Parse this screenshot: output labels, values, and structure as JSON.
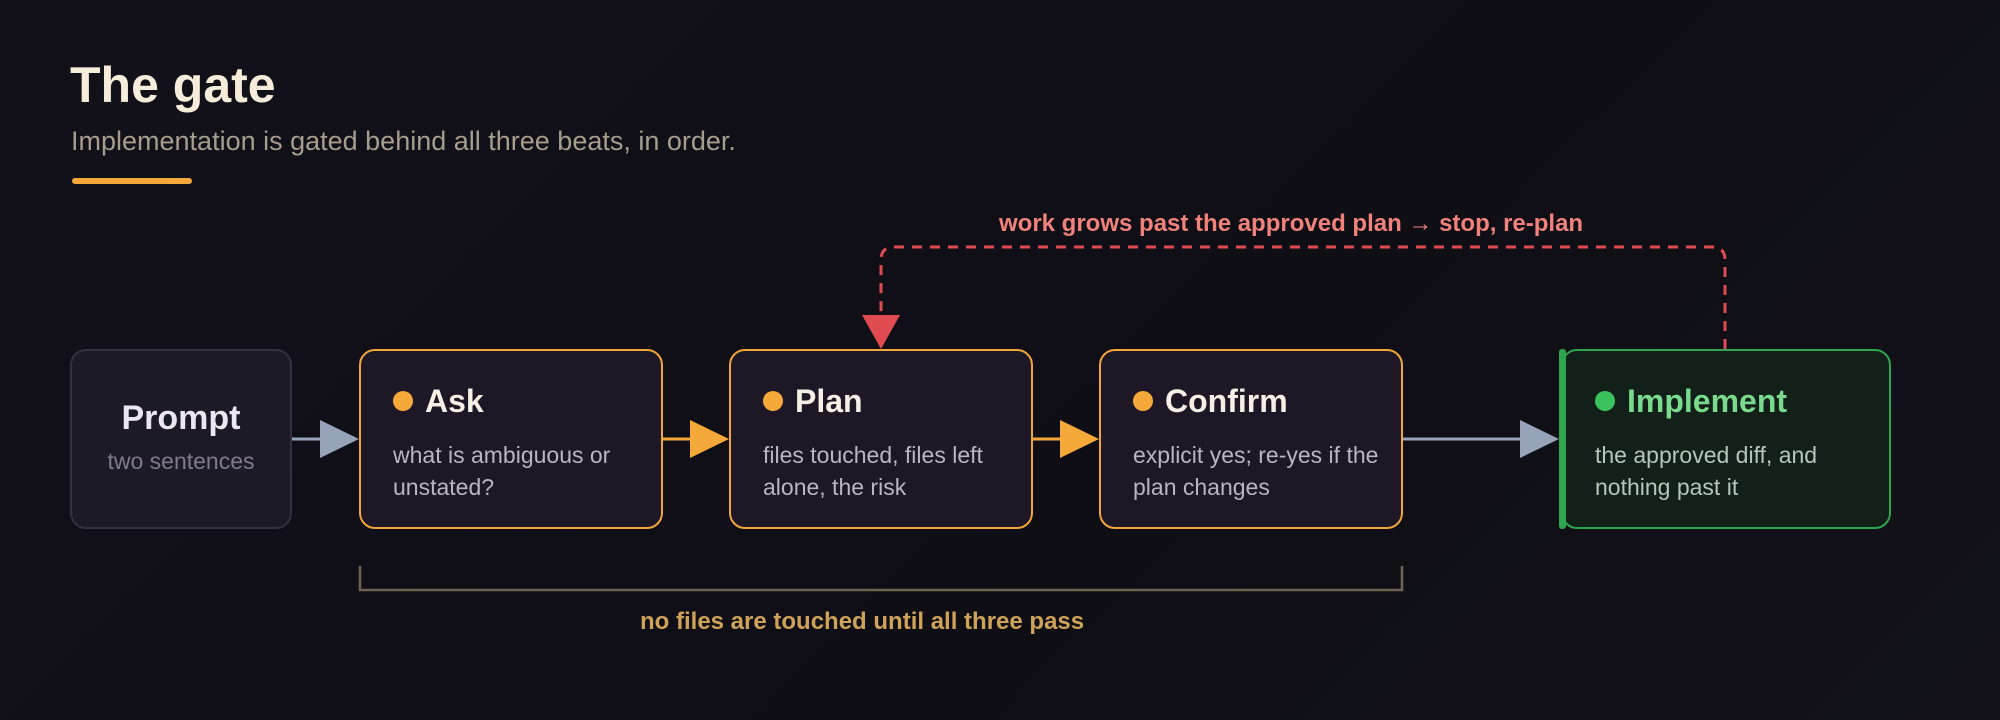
{
  "header": {
    "title": "The gate",
    "subtitle": "Implementation is gated behind all three beats, in order."
  },
  "nodes": {
    "prompt": {
      "name": "Prompt",
      "desc": "two sentences"
    },
    "ask": {
      "name": "Ask",
      "desc": "what is ambiguous or unstated?"
    },
    "plan": {
      "name": "Plan",
      "desc": "files touched, files left alone, the risk"
    },
    "confirm": {
      "name": "Confirm",
      "desc": "explicit yes; re-yes if the plan changes"
    },
    "implement": {
      "name": "Implement",
      "desc": "the approved diff, and nothing past it"
    }
  },
  "loop_label": "work grows past the approved plan → stop, re-plan",
  "bracket_label": "no files are touched until all three pass",
  "colors": {
    "accent": "#f4a93a",
    "success": "#2fa54f",
    "warning": "#e04b52",
    "neutral_arrow": "#96a3b8"
  }
}
